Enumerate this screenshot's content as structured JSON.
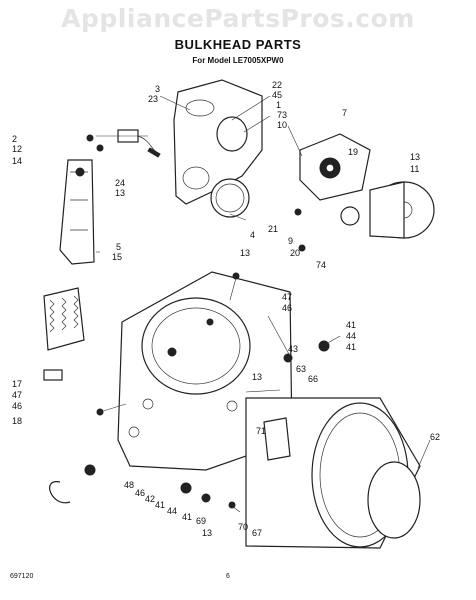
{
  "watermark": "AppliancePartsPros.com",
  "title": "BULKHEAD PARTS",
  "subtitle": "For Model LE7005XPW0",
  "footer": {
    "code": "697120",
    "page": "6"
  },
  "callouts": {
    "c3": "3",
    "c23": "23",
    "c22": "22",
    "c45": "45",
    "c1": "1",
    "c73": "73",
    "c10": "10",
    "c7": "7",
    "c2": "2",
    "c12": "12",
    "c14": "14",
    "c24": "24",
    "c13a": "13",
    "c19": "19",
    "c13b": "13",
    "c11": "11",
    "c4": "4",
    "c21": "21",
    "c9": "9",
    "c20": "20",
    "c74": "74",
    "c5": "5",
    "c15": "15",
    "c13c": "13",
    "c47a": "47",
    "c46a": "46",
    "c41a": "41",
    "c44a": "44",
    "c43": "43",
    "c41b": "41",
    "c63": "63",
    "c66": "66",
    "c13d": "13",
    "c17": "17",
    "c47b": "47",
    "c46b": "46",
    "c18": "18",
    "c71": "71",
    "c62": "62",
    "c48": "48",
    "c46c": "46",
    "c42": "42",
    "c41c": "41",
    "c44b": "44",
    "c41d": "41",
    "c69": "69",
    "c13e": "13",
    "c70": "70",
    "c67": "67"
  }
}
